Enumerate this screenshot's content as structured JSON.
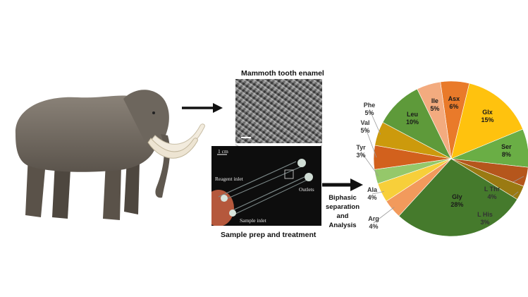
{
  "captions": {
    "sem_title": "Mammoth tooth enamel",
    "sample_prep": "Sample prep and treatment",
    "biphasic": [
      "Biphasic",
      "separation",
      "and",
      "Analysis"
    ]
  },
  "device": {
    "scale": "1 cm",
    "reagent_inlet": "Reagent inlet",
    "sample_inlet": "Sample inlet",
    "outlets": "Outlets"
  },
  "chart_data": {
    "type": "pie",
    "slices": [
      {
        "label": "Asx",
        "value": 6,
        "display": "6%",
        "color": "#e97a2a"
      },
      {
        "label": "Glx",
        "value": 15,
        "display": "15%",
        "color": "#ffc20e"
      },
      {
        "label": "Ser",
        "value": 8,
        "display": "8%",
        "color": "#6aae45"
      },
      {
        "label": "L Thr",
        "value": 4,
        "display": "4%",
        "color": "#b5561c"
      },
      {
        "label": "L His",
        "value": 3,
        "display": "3%",
        "color": "#9a7a12"
      },
      {
        "label": "Gly",
        "value": 28,
        "display": "28%",
        "color": "#457a2c"
      },
      {
        "label": "Arg",
        "value": 4,
        "display": "4%",
        "color": "#f29a5c"
      },
      {
        "label": "Ala",
        "value": 4,
        "display": "4%",
        "color": "#f7cf3a"
      },
      {
        "label": "Tyr",
        "value": 3,
        "display": "3%",
        "color": "#95c86a"
      },
      {
        "label": "Val",
        "value": 5,
        "display": "5%",
        "color": "#d2611d"
      },
      {
        "label": "Phe",
        "value": 5,
        "display": "5%",
        "color": "#cc9a0c"
      },
      {
        "label": "Leu",
        "value": 10,
        "display": "10%",
        "color": "#5e9a3a"
      },
      {
        "label": "Ile",
        "value": 5,
        "display": "5%",
        "color": "#f3ab7f"
      }
    ]
  }
}
